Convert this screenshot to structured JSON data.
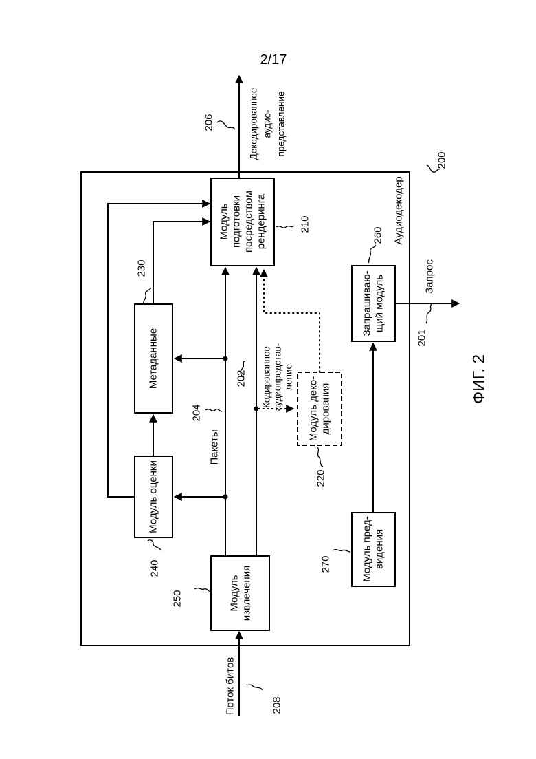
{
  "page_number": "2/17",
  "figure_caption": "ФИГ. 2",
  "decoder": {
    "label": "Аудиодекодер",
    "ref": "200"
  },
  "blocks": {
    "extraction": {
      "lines": [
        "Модуль",
        "извлечения"
      ],
      "ref": "250"
    },
    "estimation": {
      "lines": [
        "Модуль оценки"
      ],
      "ref": "240"
    },
    "metadata": {
      "lines": [
        "Метаданные"
      ],
      "ref": "230"
    },
    "rendering": {
      "lines": [
        "Модуль",
        "подготовки",
        "посредством",
        "рендеринга"
      ],
      "ref": "210"
    },
    "decoding": {
      "lines": [
        "Модуль деко-",
        "дирования"
      ],
      "ref": "220"
    },
    "requesting": {
      "lines": [
        "Запрашиваю-",
        "щий модуль"
      ],
      "ref": "260"
    },
    "prediction": {
      "lines": [
        "Модуль пред-",
        "видения"
      ],
      "ref": "270"
    }
  },
  "signals": {
    "bitstream": {
      "label": "Поток битов",
      "ref": "208"
    },
    "packets": {
      "label": "Пакеты",
      "ref": "204"
    },
    "encoded_audio": {
      "lines": [
        "Кодированное",
        "аудиопредстав-",
        "ление"
      ],
      "ref": "202"
    },
    "decoded_audio": {
      "lines": [
        "Декодированное",
        "аудио-",
        "представление"
      ],
      "ref": "206"
    },
    "request": {
      "label": "Запрос",
      "ref": "201"
    }
  }
}
